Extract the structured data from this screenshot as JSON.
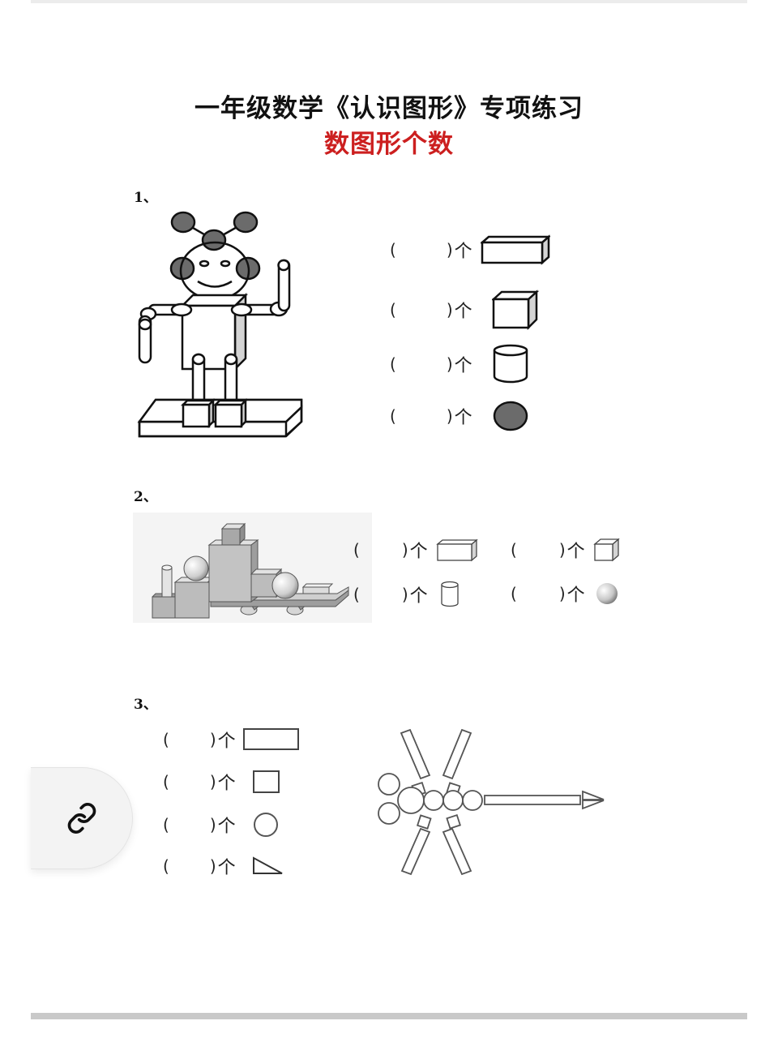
{
  "header": {
    "title": "一年级数学《认识图形》专项练习",
    "subtitle": "数图形个数",
    "subtitle_color": "#cc1f1f"
  },
  "questions": [
    {
      "number": "1、",
      "figure": "robot made of rectangular prisms, cubes, cylinders and spheres standing on a board",
      "rows": [
        {
          "open": "(",
          "close": ")",
          "unit": "个",
          "shape": "cuboid-icon"
        },
        {
          "open": "(",
          "close": ")",
          "unit": "个",
          "shape": "cube-icon"
        },
        {
          "open": "(",
          "close": ")",
          "unit": "个",
          "shape": "cylinder-icon"
        },
        {
          "open": "(",
          "close": ")",
          "unit": "个",
          "shape": "sphere-icon"
        }
      ]
    },
    {
      "number": "2、",
      "figure": "train-like structure of stacked blocks, balls and cylinders",
      "rows": [
        {
          "open": "(",
          "close": ")",
          "unit": "个",
          "shape": "cuboid-icon"
        },
        {
          "open": "(",
          "close": ")",
          "unit": "个",
          "shape": "cube-icon"
        },
        {
          "open": "(",
          "close": ")",
          "unit": "个",
          "shape": "cylinder-icon"
        },
        {
          "open": "(",
          "close": ")",
          "unit": "个",
          "shape": "sphere-icon"
        }
      ]
    },
    {
      "number": "3、",
      "figure": "dragonfly made of rectangles, squares, circles and triangles",
      "rows": [
        {
          "open": "(",
          "close": ")",
          "unit": "个",
          "shape": "rectangle-icon"
        },
        {
          "open": "(",
          "close": ")",
          "unit": "个",
          "shape": "square-icon"
        },
        {
          "open": "(",
          "close": ")",
          "unit": "个",
          "shape": "circle-icon"
        },
        {
          "open": "(",
          "close": ")",
          "unit": "个",
          "shape": "triangle-icon"
        }
      ]
    }
  ],
  "floating": {
    "link_button": "link-icon"
  },
  "colors": {
    "ink": "#111111",
    "gray_fill": "#6b6b6b",
    "light_face": "#d4d4d4"
  }
}
